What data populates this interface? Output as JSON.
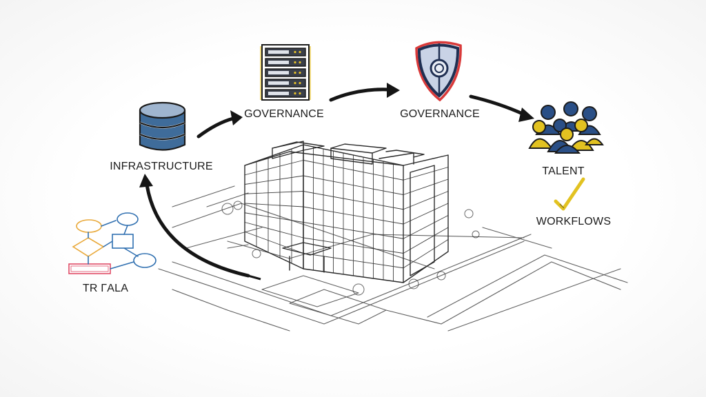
{
  "labels": {
    "infrastructure": "INFRASTRUCTURE",
    "governance_1": "GOVERNANCE",
    "governance_2": "GOVERNANCE",
    "talent": "TALENT",
    "workflows": "WORKFLOWS",
    "data_flow": "TR ΓALA"
  },
  "colors": {
    "ink": "#1b1b1b",
    "database_blue": "#3f6c9a",
    "server_yellow": "#e6c12a",
    "shield_red": "#d93a3a",
    "shield_navy": "#1f2f52",
    "people_blue": "#2a4f86",
    "people_yellow": "#e2c221",
    "flowchart_orange": "#e9a93a",
    "flowchart_blue": "#2f6fb0",
    "flowchart_red": "#e04b66"
  },
  "icons": {
    "infrastructure": "database-icon",
    "governance_1": "server-rack-icon",
    "governance_2": "shield-icon",
    "talent": "people-group-icon",
    "workflows": "checkmark-icon",
    "data_flow": "flowchart-icon"
  }
}
